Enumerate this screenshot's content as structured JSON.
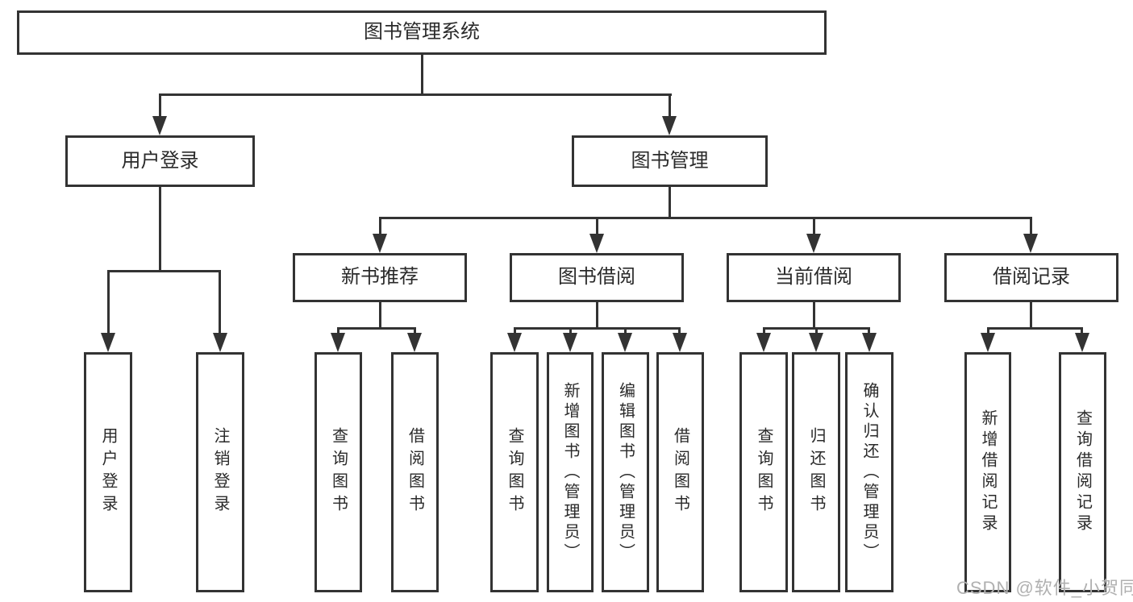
{
  "diagram": {
    "root_label": "图书管理系统",
    "user_login": {
      "label": "用户登录",
      "children": [
        "用户登录",
        "注销登录"
      ]
    },
    "book_mgmt": {
      "label": "图书管理",
      "sections": [
        {
          "label": "新书推荐",
          "children": [
            "查询图书",
            "借阅图书"
          ]
        },
        {
          "label": "图书借阅",
          "children": [
            "查询图书",
            "新增图书（管理员）",
            "编辑图书（管理员）",
            "借阅图书"
          ]
        },
        {
          "label": "当前借阅",
          "children": [
            "查询图书",
            "归还图书",
            "确认归还（管理员）"
          ]
        },
        {
          "label": "借阅记录",
          "children": [
            "新增借阅记录",
            "查询借阅记录"
          ]
        }
      ]
    }
  },
  "watermark": {
    "text": "CSDN @软件_小贺同学",
    "color": "#b0b0b0"
  },
  "colors": {
    "line": "#333333",
    "box_border": "#333333",
    "text": "#2a2a2a",
    "background": "#ffffff"
  }
}
